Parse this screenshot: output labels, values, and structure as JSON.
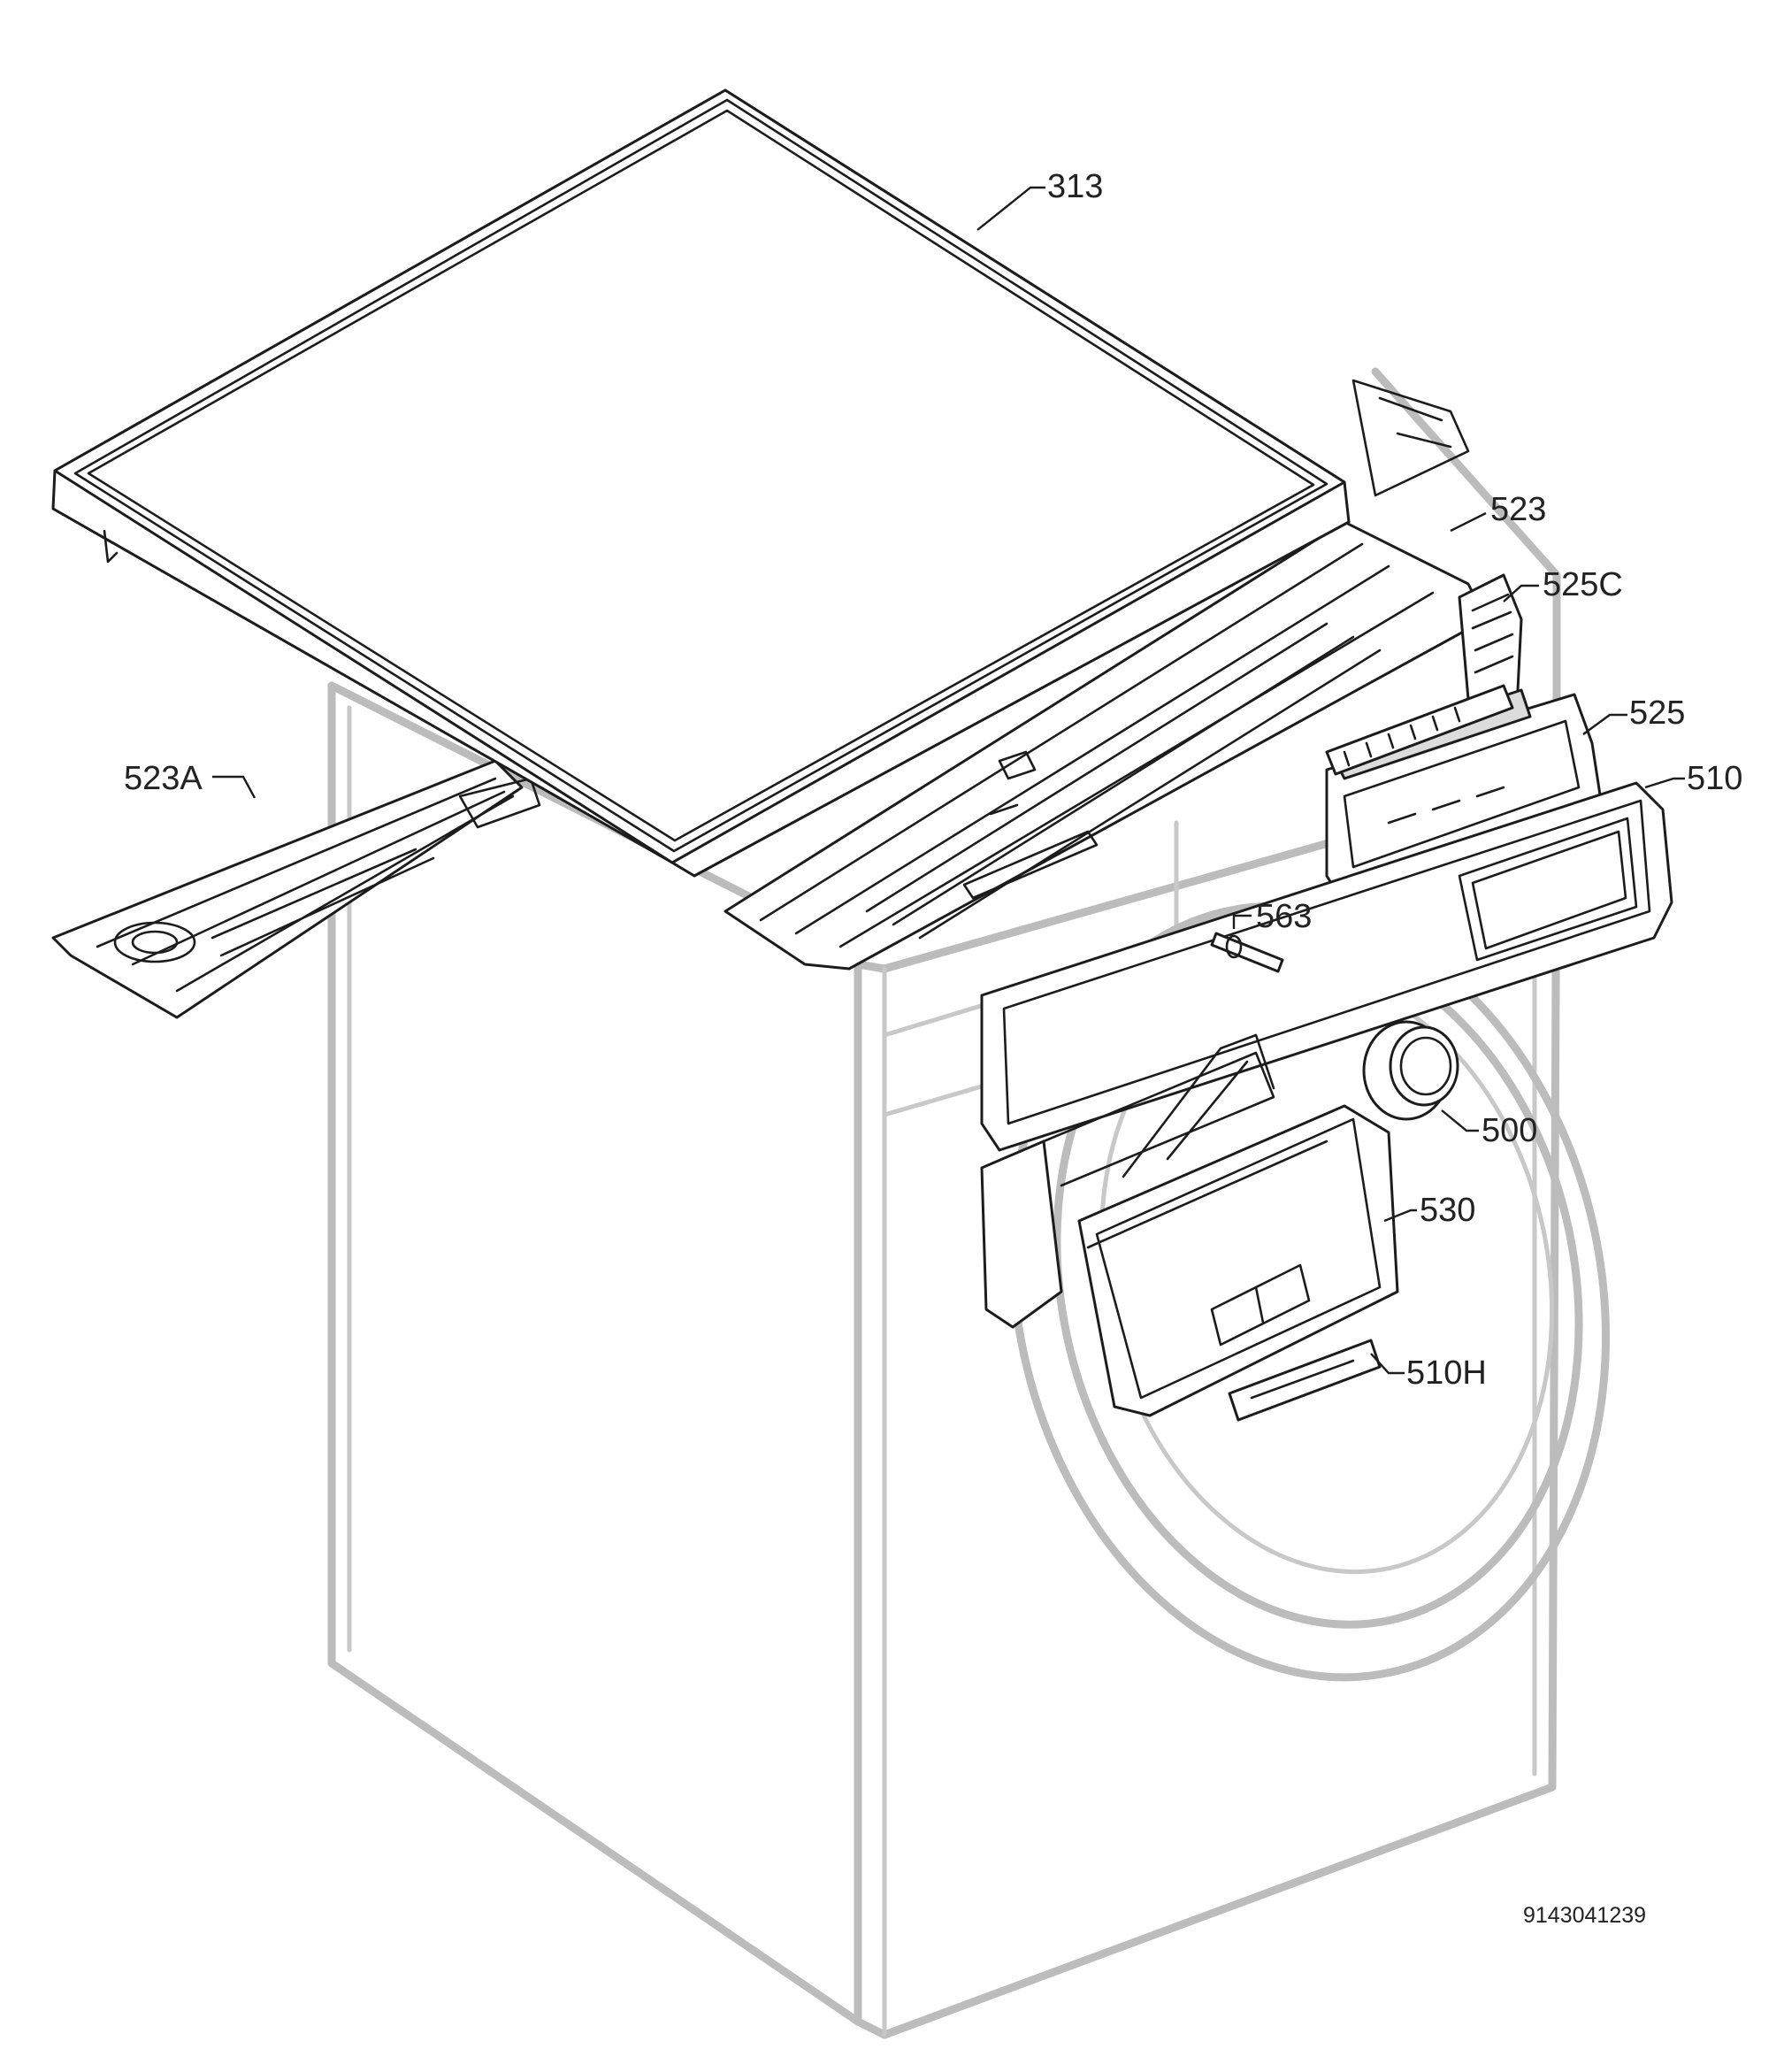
{
  "diagram": {
    "document_number": "9143041239",
    "colors": {
      "line": "#1c1c1c",
      "ghost_outline": "#bcbcbc",
      "text": "#222222",
      "background": "#ffffff"
    },
    "callouts": [
      {
        "id": "313",
        "text": "313"
      },
      {
        "id": "523",
        "text": "523"
      },
      {
        "id": "525C",
        "text": "525C"
      },
      {
        "id": "525",
        "text": "525"
      },
      {
        "id": "510",
        "text": "510"
      },
      {
        "id": "523A",
        "text": "523A"
      },
      {
        "id": "563",
        "text": "563"
      },
      {
        "id": "500",
        "text": "500"
      },
      {
        "id": "530",
        "text": "530"
      },
      {
        "id": "510H",
        "text": "510H"
      }
    ]
  }
}
